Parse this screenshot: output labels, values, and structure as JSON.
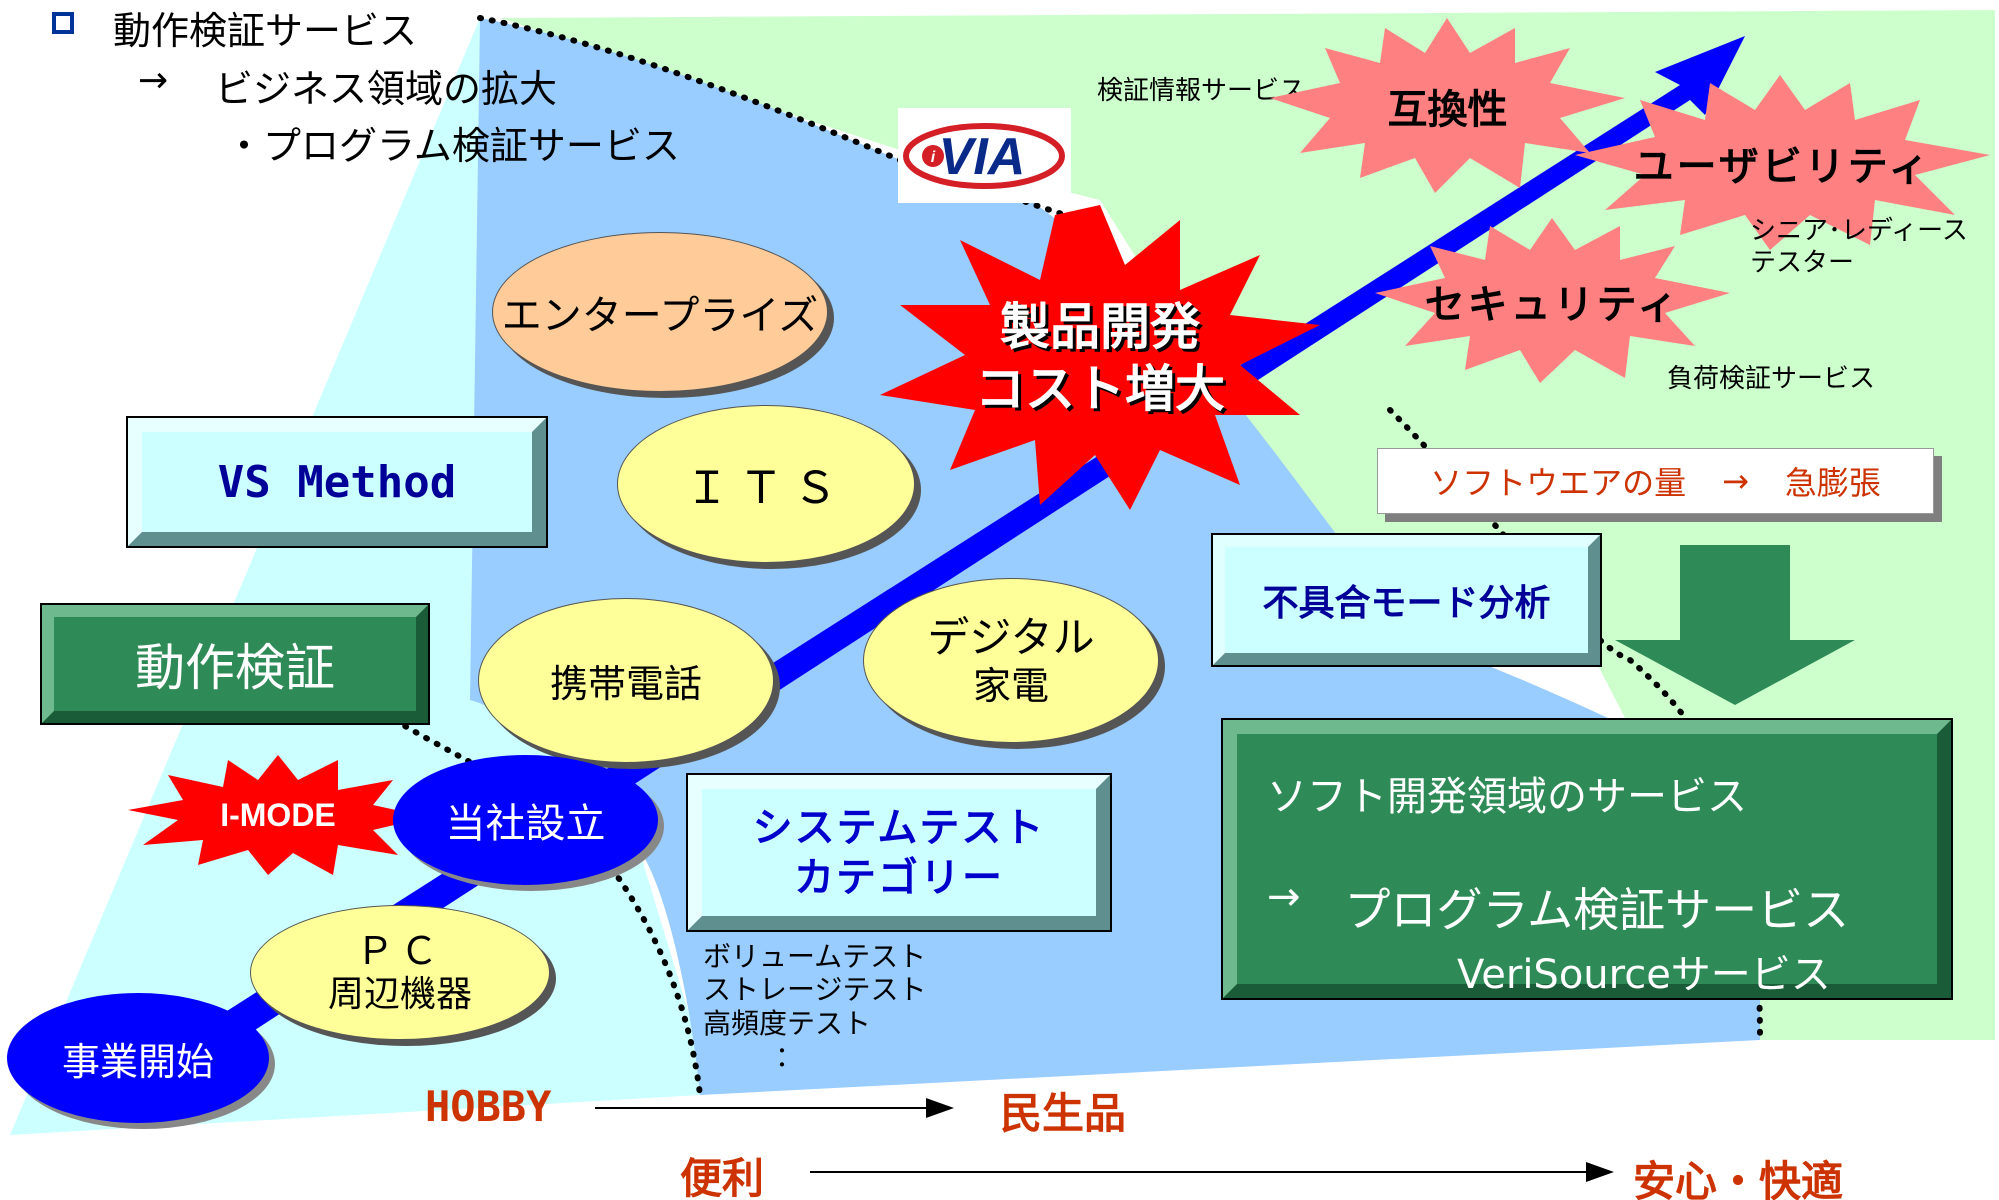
{
  "header": {
    "bullet_title": "動作検証サービス",
    "arrow": "→",
    "line2": "ビジネス領域の拡大",
    "line3": "・プログラム検証サービス"
  },
  "logo": {
    "text": "iVIA",
    "colors": {
      "red": "#d41f26",
      "blue": "#0a2a8a"
    }
  },
  "top_right": {
    "verify_info": "検証情報サービス",
    "compat": "互換性",
    "usability": "ユーザビリティ",
    "usability_note_1": "シニア･レディース",
    "usability_note_2": "テスター",
    "security": "セキュリティ",
    "load_test": "負荷検証サービス"
  },
  "cost_star": {
    "line1": "製品開発",
    "line2": "コスト増大"
  },
  "software_volume": {
    "left": "ソフトウエアの量",
    "arrow": "→",
    "right": "急膨張"
  },
  "defect_box": "不具合モード分析",
  "service_box": {
    "line1": "ソフト開発領域のサービス",
    "arrow": "→",
    "line2": "プログラム検証サービス",
    "line3": "VeriSourceサービス"
  },
  "vs_method": "VS Method",
  "dousa_kensho": "動作検証",
  "system_test_box": {
    "line1": "システムテスト",
    "line2": "カテゴリー"
  },
  "test_list": [
    "ボリュームテスト",
    "ストレージテスト",
    "高頻度テスト",
    "："
  ],
  "ellipses": {
    "enterprise": "エンタープライズ",
    "its": "ＩＴＳ",
    "mobile": "携帯電話",
    "digital_1": "デジタル",
    "digital_2": "家電",
    "pc_1": "ＰＣ",
    "pc_2": "周辺機器",
    "founding": "当社設立",
    "start": "事業開始"
  },
  "imode": "I-MODE",
  "bottom": {
    "hobby": "HOBBY",
    "consumer": "民生品",
    "convenience": "便利",
    "safety": "安心・快適"
  },
  "colors": {
    "cyan_region": "#ccffff",
    "blue_region": "#99ccff",
    "green_region": "#ccffcc",
    "main_arrow": "#0000ff",
    "dark_green": "#2e8b57",
    "star_red": "#ff0000",
    "star_pink": "#ff8080",
    "navy": "#000099",
    "orange_text": "#cc3300",
    "ellipse_yellow": "#ffff99",
    "ellipse_peach": "#ffcc99",
    "ellipse_blue": "#0000ff"
  }
}
